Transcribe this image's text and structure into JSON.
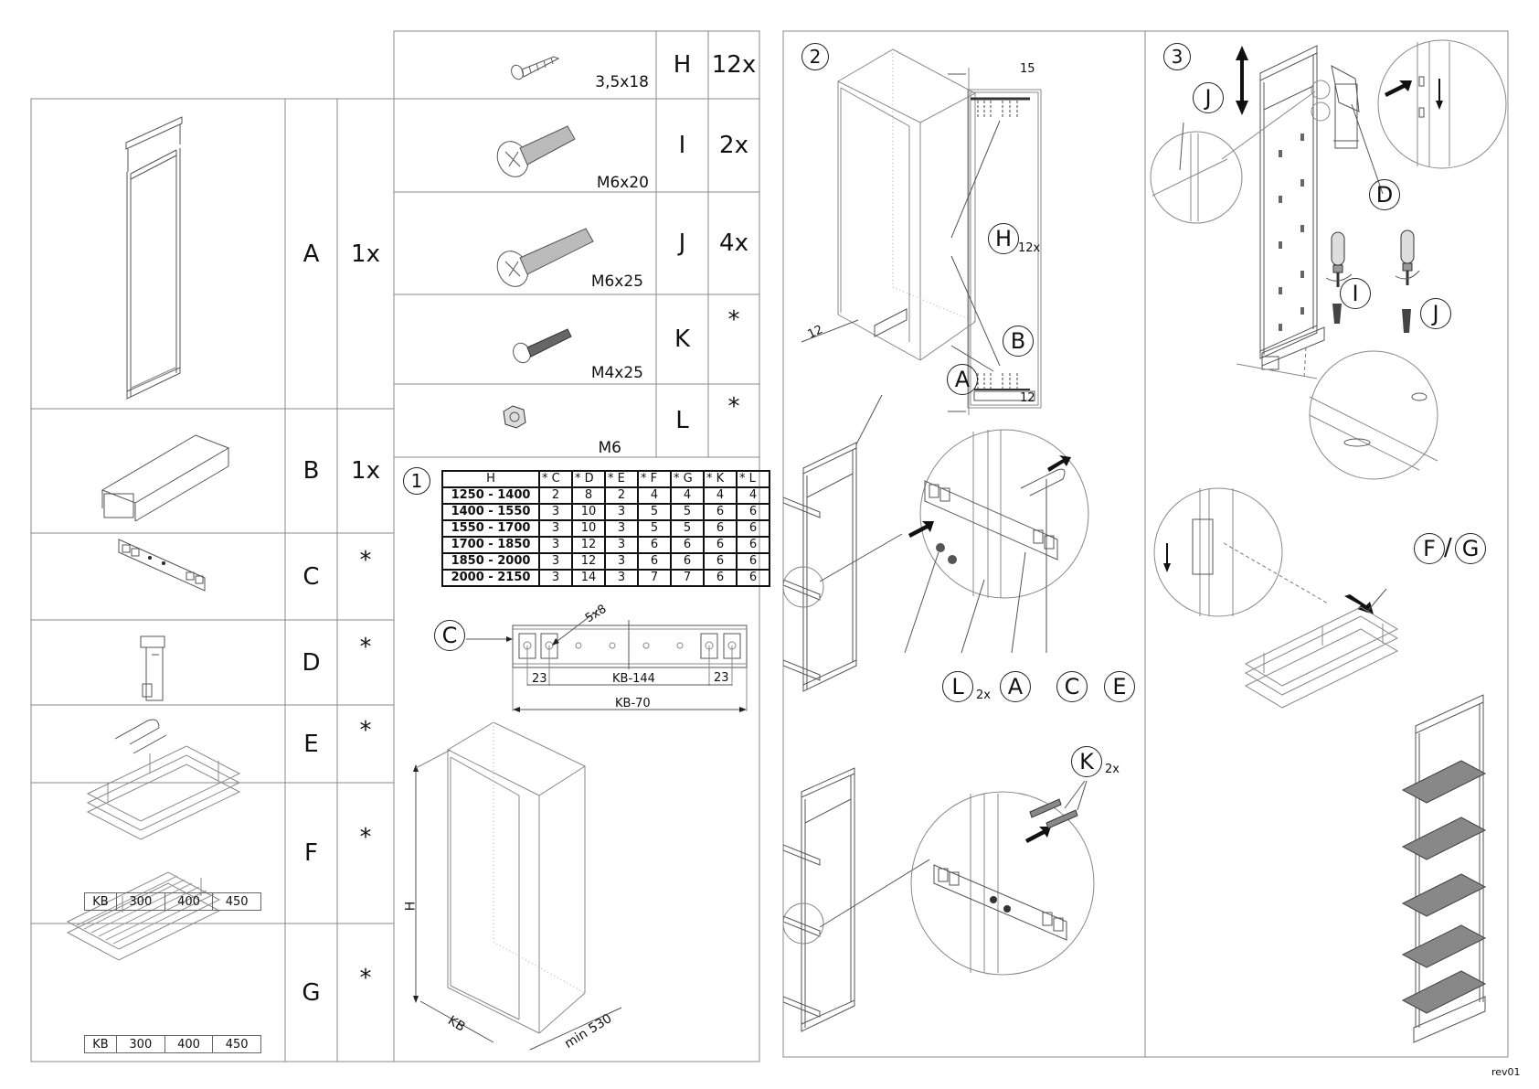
{
  "parts": [
    {
      "letter": "A",
      "qty": "1x"
    },
    {
      "letter": "B",
      "qty": "1x"
    },
    {
      "letter": "C",
      "qty": "*"
    },
    {
      "letter": "D",
      "qty": "*"
    },
    {
      "letter": "E",
      "qty": "*"
    },
    {
      "letter": "F",
      "qty": "*"
    },
    {
      "letter": "G",
      "qty": "*"
    }
  ],
  "basket_sizes": {
    "label": "KB",
    "values": [
      "300",
      "400",
      "450"
    ]
  },
  "hardware": [
    {
      "dim": "3,5x18",
      "letter": "H",
      "qty": "12x"
    },
    {
      "dim": "M6x20",
      "letter": "I",
      "qty": "2x"
    },
    {
      "dim": "M6x25",
      "letter": "J",
      "qty": "4x"
    },
    {
      "dim": "M4x25",
      "letter": "K",
      "qty": "*"
    },
    {
      "dim": "M6",
      "letter": "L",
      "qty": "*"
    }
  ],
  "steps": {
    "s1": "1",
    "s2": "2",
    "s3": "3"
  },
  "qty_table": {
    "headers": [
      "H",
      "* C",
      "* D",
      "* E",
      "* F",
      "* G",
      "* K",
      "* L"
    ],
    "rows": [
      [
        "1250 - 1400",
        "2",
        "8",
        "2",
        "4",
        "4",
        "4",
        "4"
      ],
      [
        "1400 - 1550",
        "3",
        "10",
        "3",
        "5",
        "5",
        "6",
        "6"
      ],
      [
        "1550 - 1700",
        "3",
        "10",
        "3",
        "5",
        "5",
        "6",
        "6"
      ],
      [
        "1700 - 1850",
        "3",
        "12",
        "3",
        "6",
        "6",
        "6",
        "6"
      ],
      [
        "1850 - 2000",
        "3",
        "12",
        "3",
        "6",
        "6",
        "6",
        "6"
      ],
      [
        "2000 - 2150",
        "3",
        "14",
        "3",
        "7",
        "7",
        "6",
        "6"
      ]
    ]
  },
  "rail_drawing": {
    "callout": "C",
    "hole": "5x8",
    "offset_left": "23",
    "offset_right": "23",
    "inner": "KB-144",
    "overall": "KB-70"
  },
  "cabinet_drawing": {
    "height": "H",
    "width": "KB",
    "depth": "min 530"
  },
  "step2": {
    "dim_top": "15",
    "dim_bottom": "12",
    "dim_floor": "12",
    "callout_h": "H",
    "callout_h_qty": "12x",
    "callout_b": "B",
    "callout_a_top": "A",
    "callout_l": "L",
    "callout_l_qty": "2x",
    "callout_a": "A",
    "callout_c": "C",
    "callout_e": "E",
    "callout_k": "K",
    "callout_k_qty": "2x"
  },
  "step3": {
    "callout_j_top": "J",
    "callout_d": "D",
    "callout_i": "I",
    "callout_j": "J",
    "callout_f": "F",
    "callout_sep": "/",
    "callout_g": "G"
  },
  "revision": "rev01"
}
